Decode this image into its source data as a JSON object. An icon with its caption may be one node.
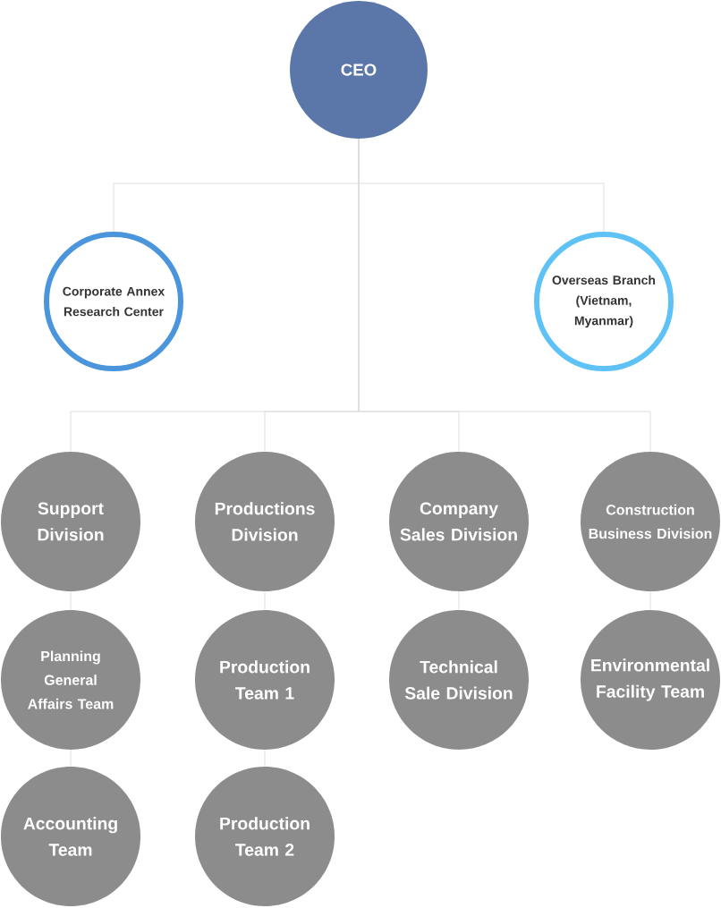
{
  "diagram": {
    "nodes": [
      {
        "text": [
          "CEO"
        ]
      },
      {
        "text": [
          "Corporate Annex Research Center"
        ]
      },
      {
        "text": [
          "Overseas Branch (Vietnam, Myanmar)"
        ]
      },
      {
        "text": [
          "Support Division"
        ]
      },
      {
        "text": [
          "Productions Division"
        ]
      },
      {
        "text": [
          "Company Sales Division"
        ]
      },
      {
        "text": [
          "Construction Business Division"
        ]
      },
      {
        "text": [
          "Planning General Affairs Team"
        ]
      },
      {
        "text": [
          "Production Team 1"
        ]
      },
      {
        "text": [
          "Technical Sale Division"
        ]
      },
      {
        "text": [
          "Environmental Facility Team"
        ]
      },
      {
        "text": [
          "Accounting Team"
        ]
      },
      {
        "text": [
          "Production Team 2"
        ]
      }
    ],
    "edges": [
      {
        "from": 0,
        "to": 1,
        "arrow": "none"
      },
      {
        "from": 0,
        "to": 2,
        "arrow": "none"
      },
      {
        "from": 0,
        "to": 3,
        "arrow": "none"
      },
      {
        "from": 0,
        "to": 4,
        "arrow": "none"
      },
      {
        "from": 0,
        "to": 5,
        "arrow": "none"
      },
      {
        "from": 0,
        "to": 6,
        "arrow": "none"
      },
      {
        "from": 3,
        "to": 7,
        "arrow": "none"
      },
      {
        "from": 7,
        "to": 11,
        "arrow": "none"
      },
      {
        "from": 4,
        "to": 8,
        "arrow": "none"
      },
      {
        "from": 8,
        "to": 12,
        "arrow": "none"
      },
      {
        "from": 5,
        "to": 9,
        "arrow": "none"
      },
      {
        "from": 6,
        "to": 10,
        "arrow": "none"
      }
    ]
  }
}
